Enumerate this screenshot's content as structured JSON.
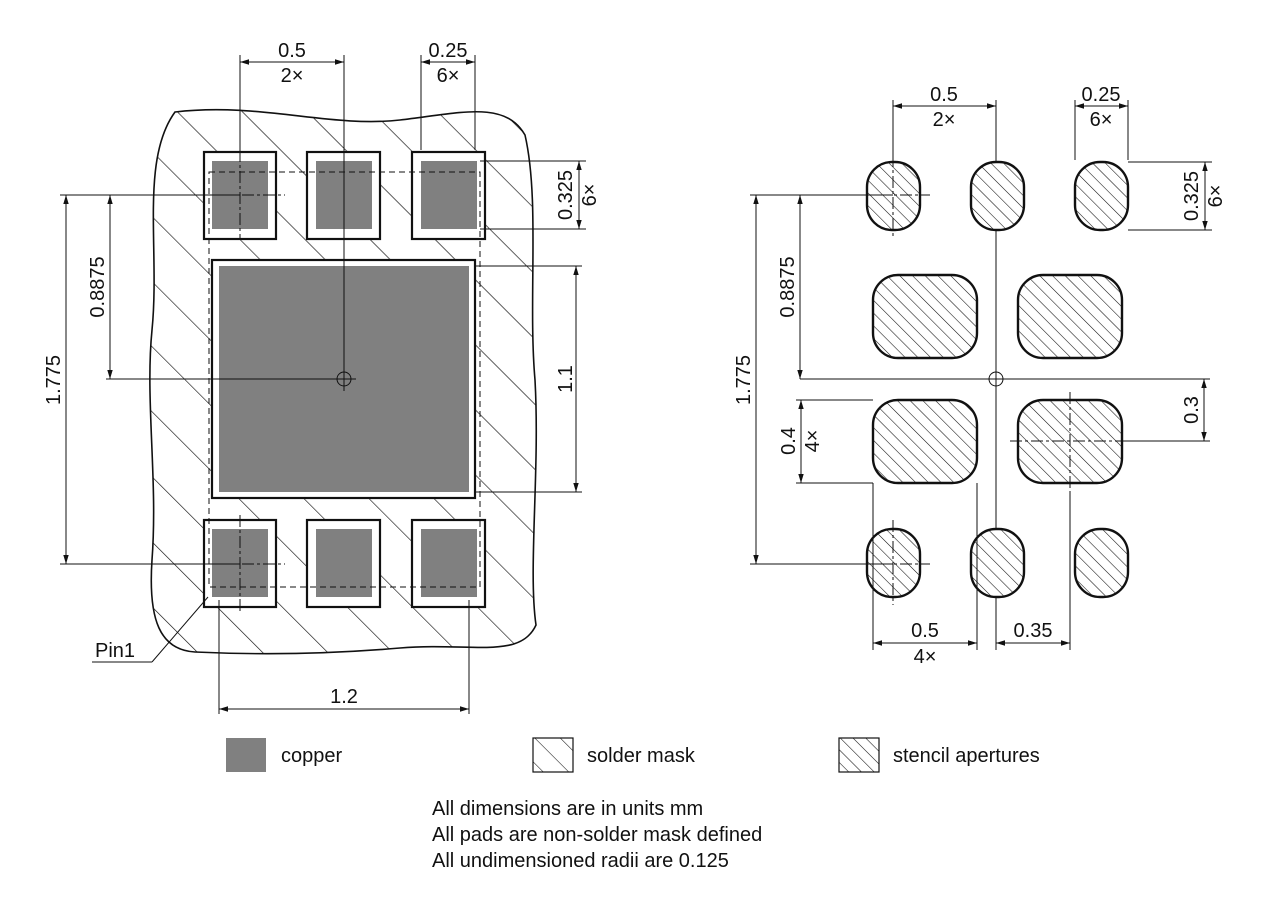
{
  "footprint": {
    "dim_top_pitch": "0.5",
    "dim_top_pitch_count": "2×",
    "dim_top_width": "0.25",
    "dim_top_width_count": "6×",
    "dim_pad_height": "0.325",
    "dim_pad_height_count": "6×",
    "dim_center_offset": "0.8875",
    "dim_total_height": "1.775",
    "dim_exposed_pad_height": "1.1",
    "dim_exposed_pad_width": "1.2",
    "pin1_label": "Pin1"
  },
  "stencil": {
    "dim_top_pitch": "0.5",
    "dim_top_pitch_count": "2×",
    "dim_top_width": "0.25",
    "dim_top_width_count": "6×",
    "dim_pad_height": "0.325",
    "dim_pad_height_count": "6×",
    "dim_center_offset": "0.8875",
    "dim_total_height": "1.775",
    "dim_gap": "0.3",
    "dim_aperture_height": "0.4",
    "dim_aperture_height_count": "4×",
    "dim_aperture_width": "0.5",
    "dim_aperture_width_count": "4×",
    "dim_aperture_spacing": "0.35"
  },
  "legend": {
    "copper": "copper",
    "solder_mask": "solder mask",
    "stencil": "stencil apertures"
  },
  "notes": [
    "All dimensions are in units mm",
    "All pads are non-solder mask defined",
    "All undimensioned radii are 0.125"
  ],
  "colors": {
    "copper": "#808080",
    "line": "#111111",
    "background": "#ffffff"
  }
}
